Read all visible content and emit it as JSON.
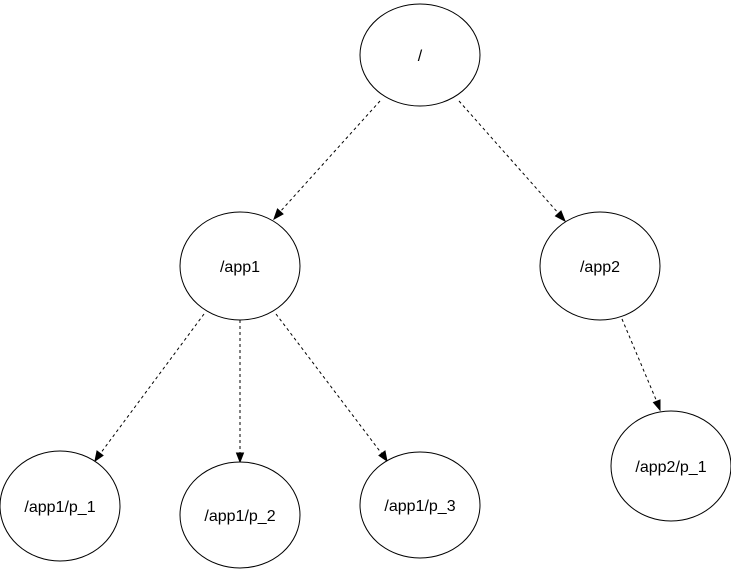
{
  "nodes": {
    "root": {
      "label": "/"
    },
    "app1": {
      "label": "/app1"
    },
    "app2": {
      "label": "/app2"
    },
    "app1_p1": {
      "label": "/app1/p_1"
    },
    "app1_p2": {
      "label": "/app1/p_2"
    },
    "app1_p3": {
      "label": "/app1/p_3"
    },
    "app2_p1": {
      "label": "/app2/p_1"
    }
  },
  "edges": [
    {
      "from": "root",
      "to": "app1",
      "style": "dashed"
    },
    {
      "from": "root",
      "to": "app2",
      "style": "dashed"
    },
    {
      "from": "app1",
      "to": "app1_p1",
      "style": "dashed"
    },
    {
      "from": "app1",
      "to": "app1_p2",
      "style": "dashed"
    },
    {
      "from": "app1",
      "to": "app1_p3",
      "style": "dashed"
    },
    {
      "from": "app2",
      "to": "app2_p1",
      "style": "dashed"
    }
  ]
}
